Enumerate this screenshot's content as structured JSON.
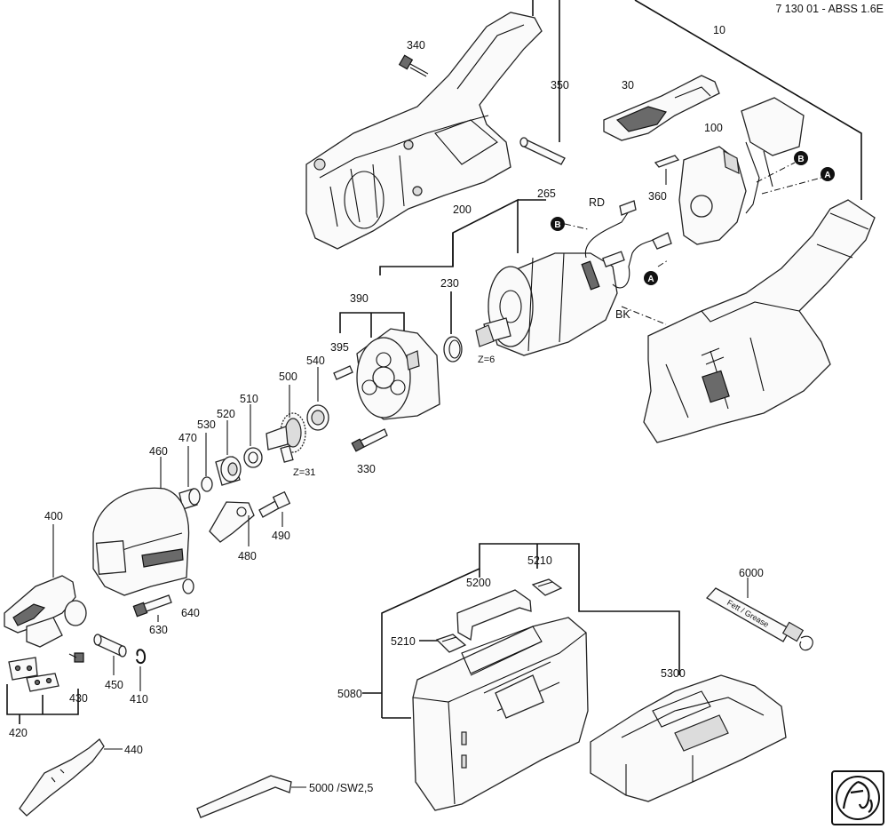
{
  "drawing": {
    "code": "7 130 01 - ABSS 1.6E",
    "brand_mark": "fein",
    "connector_markers": [
      "A",
      "B"
    ],
    "wire_labels": [
      "RD",
      "BK"
    ],
    "gear_notes": [
      "Z=6",
      "Z=31"
    ],
    "tube_text": "Fett / Grease"
  },
  "labels": {
    "l10": "10",
    "l30": "30",
    "l100": "100",
    "l200": "200",
    "l230": "230",
    "l265": "265",
    "l330": "330",
    "l340": "340",
    "l350": "350",
    "l360": "360",
    "l390": "390",
    "l395": "395",
    "l400": "400",
    "l410": "410",
    "l420": "420",
    "l430": "430",
    "l440": "440",
    "l450": "450",
    "l460": "460",
    "l470": "470",
    "l480": "480",
    "l490": "490",
    "l500": "500",
    "l510": "510",
    "l520": "520",
    "l530": "530",
    "l540": "540",
    "l630": "630",
    "l640": "640",
    "l5000": "5000 /SW2,5",
    "l5080": "5080",
    "l5200": "5200",
    "l5210a": "5210",
    "l5210b": "5210",
    "l5300": "5300",
    "l6000": "6000"
  }
}
